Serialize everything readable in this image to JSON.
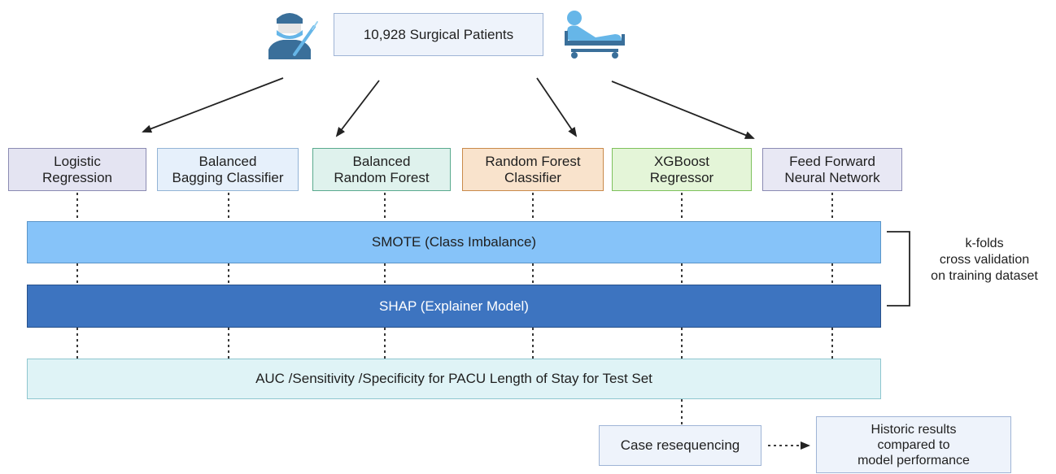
{
  "source": {
    "label": "10,928 Surgical Patients"
  },
  "models": [
    {
      "id": "lr",
      "label": "Logistic\nRegression",
      "fill": "#e4e4f2",
      "border": "#8b8bb3"
    },
    {
      "id": "bbc",
      "label": "Balanced\nBagging Classifier",
      "fill": "#e6f0fb",
      "border": "#93b4d6"
    },
    {
      "id": "brf",
      "label": "Balanced\nRandom Forest",
      "fill": "#dff2ed",
      "border": "#5aaa8e"
    },
    {
      "id": "rfc",
      "label": "Random Forest\nClassifier",
      "fill": "#f9e3cc",
      "border": "#c98a4a"
    },
    {
      "id": "xgb",
      "label": "XGBoost\nRegressor",
      "fill": "#e4f5d8",
      "border": "#7ec15c"
    },
    {
      "id": "ffnn",
      "label": "Feed Forward\nNeural Network",
      "fill": "#e8e8f4",
      "border": "#8b8bb3"
    }
  ],
  "stages": {
    "smote": {
      "label": "SMOTE (Class Imbalance)",
      "fill": "#86c3f9",
      "border": "#5b95c8"
    },
    "shap": {
      "label": "SHAP (Explainer Model)",
      "fill": "#3d74c0",
      "border": "#27508a",
      "text_color": "#ffffff"
    },
    "auc": {
      "label": "AUC /Sensitivity /Specificity for PACU Length of Stay for Test Set",
      "fill": "#dff3f6",
      "border": "#8ec6cf"
    }
  },
  "kfold": {
    "label": "k-folds\ncross validation\non training dataset"
  },
  "case_resequencing": {
    "label": "Case resequencing"
  },
  "historic": {
    "label": "Historic results\ncompared to\nmodel performance"
  },
  "icons": {
    "left": "surgeon-icon",
    "right": "hospital-bed-icon"
  },
  "colors": {
    "box_fill": "#eef3fb",
    "box_border": "#9fb4d6",
    "icon_primary": "#3a6f9a",
    "icon_accent": "#66b6e8"
  }
}
